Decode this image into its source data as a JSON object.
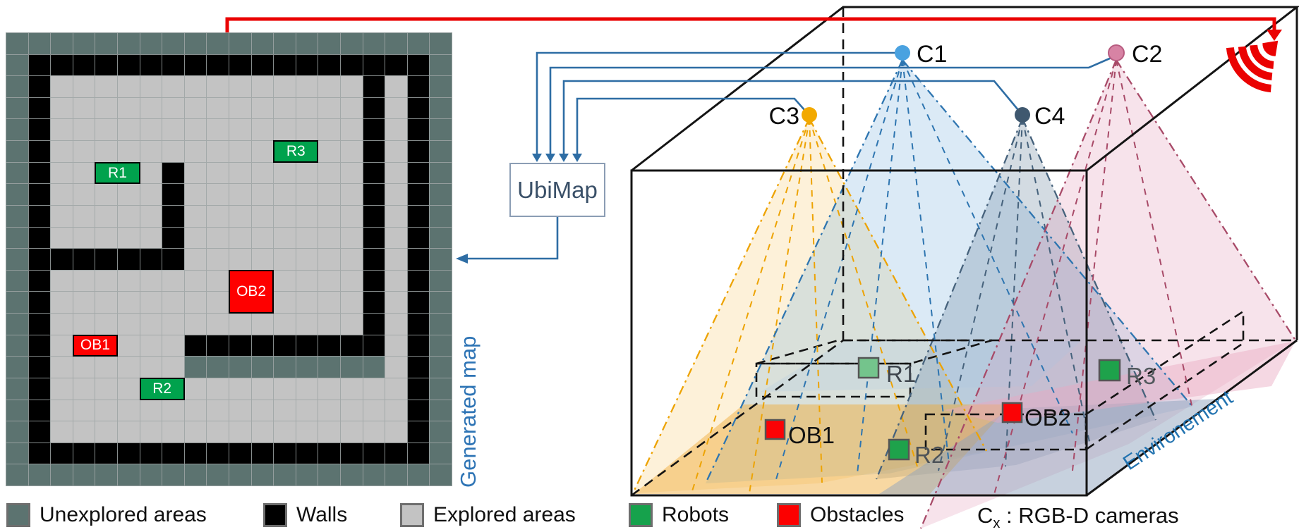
{
  "map": {
    "title": "Generated map",
    "cell_w": 31.6,
    "cell_h": 30.62,
    "palette": {
      "U": "#5c7370",
      "W": "#000000",
      "E": "#c3c3c3"
    },
    "rows": [
      "UUUUUUUUUUUUUUUUUUUU",
      "UWWWWWWWWWWWWWWWWWWU",
      "UWEEEEEEEEEEEEEEWEWU",
      "UWEEEEEEEEEEEEEEWEWU",
      "UWEEEEEEEEEEEEEEWEWU",
      "UWEEEEEEEEEEEEEEWEWU",
      "UWEEEEEWEEEEEEEEWEWU",
      "UWEEEEEWEEEEEEEEWEWU",
      "UWEEEEEWEEEEEEEEWEWU",
      "UWEEEEEWEEEEEEEEWEWU",
      "UWWWWWWWEEEEEEEEWEWU",
      "UWEEEEEEEEEEEEEEWEWU",
      "UWEEEEEEEEEEEEEEWEWU",
      "UWEEEEEEEEEEEEEEWEWU",
      "UWEEEEEEWWWWWWWWWEWU",
      "UWEEEEEEUUUUUUUUUEWU",
      "UWEEEEEEEEEEEEEEEEWU",
      "UWEEEEEEEEEEEEEEEEWU",
      "UWEEEEEEEEEEEEEEEEWU",
      "UWWWWWWWWWWWWWWWWWWU",
      "UUUUUUUUUUUUUUUUUUUU"
    ],
    "items": [
      {
        "label": "R1",
        "type": "robot",
        "row": 6,
        "col": 4,
        "w": 2,
        "h": 1
      },
      {
        "label": "R3",
        "type": "robot",
        "row": 5,
        "col": 12,
        "w": 2,
        "h": 1
      },
      {
        "label": "OB2",
        "type": "obstacle",
        "row": 11,
        "col": 10,
        "w": 2,
        "h": 2
      },
      {
        "label": "OB1",
        "type": "obstacle",
        "row": 14,
        "col": 3,
        "w": 2,
        "h": 1
      },
      {
        "label": "R2",
        "type": "robot",
        "row": 16,
        "col": 6,
        "w": 2,
        "h": 1
      }
    ]
  },
  "ubimap": {
    "label": "UbiMap"
  },
  "environment": {
    "label": "Environement",
    "cameras": [
      {
        "id": "c1",
        "label": "C1",
        "color": "#4aa2e0"
      },
      {
        "id": "c2",
        "label": "C2",
        "color": "#d783a4"
      },
      {
        "id": "c3",
        "label": "C3",
        "color": "#f2a900"
      },
      {
        "id": "c4",
        "label": "C4",
        "color": "#3f586f"
      }
    ],
    "objects": [
      {
        "id": "r1",
        "label": "R1",
        "color": "#74c48c"
      },
      {
        "id": "ob1",
        "label": "OB1",
        "color": "#fb0205"
      },
      {
        "id": "r2",
        "label": "R2",
        "color": "#1ea24b"
      },
      {
        "id": "ob2",
        "label": "OB2",
        "color": "#fb0205"
      },
      {
        "id": "r3",
        "label": "R3",
        "color": "#1ea24b"
      }
    ]
  },
  "legend": {
    "items": [
      {
        "label": "Unexplored areas",
        "color": "#5c7370"
      },
      {
        "label": "Walls",
        "color": "#000000"
      },
      {
        "label": "Explored areas",
        "color": "#c3c3c3"
      },
      {
        "label": "Robots",
        "color": "#16a24c"
      },
      {
        "label": "Obstacles",
        "color": "#fc0000"
      }
    ],
    "camera_note": {
      "prefix": "C",
      "sub": "x",
      "suffix": " : RGB-D cameras"
    }
  },
  "colors": {
    "map_robot": "#00a24d",
    "map_obstacle": "#fe0000",
    "connector_blue": "#2e6da4",
    "wireless_red": "#ea0202",
    "map_title_blue": "#2e74b5",
    "environment_blue": "#2273b0"
  }
}
